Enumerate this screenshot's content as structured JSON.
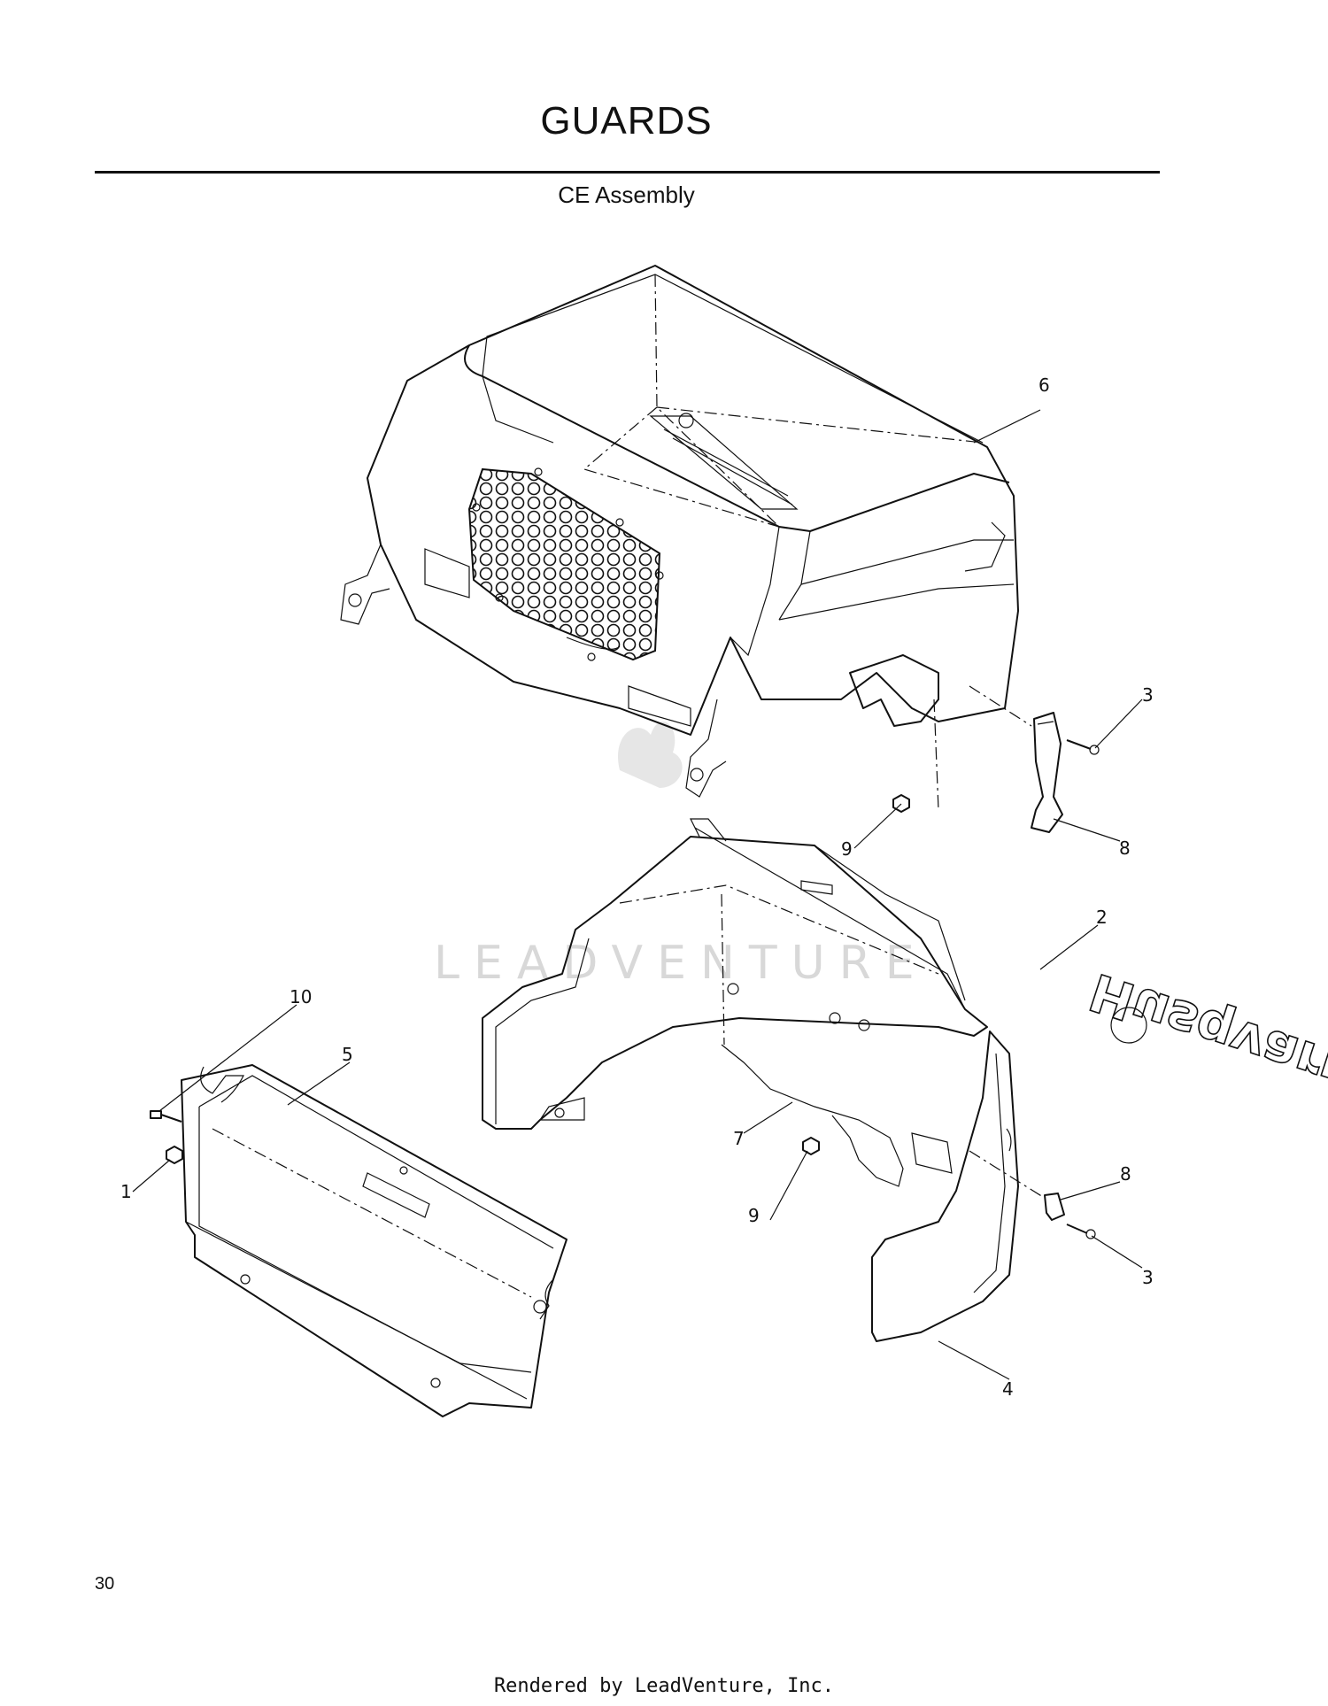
{
  "header": {
    "title": "GUARDS",
    "subtitle": "CE Assembly"
  },
  "diagram": {
    "callouts": [
      "1",
      "2",
      "3",
      "3",
      "4",
      "5",
      "6",
      "7",
      "8",
      "8",
      "9",
      "9",
      "10"
    ],
    "logo_text": "Husqvarna",
    "watermark": "LEADVENTURE"
  },
  "page": {
    "number": "30",
    "footer": "Rendered by LeadVenture, Inc."
  }
}
